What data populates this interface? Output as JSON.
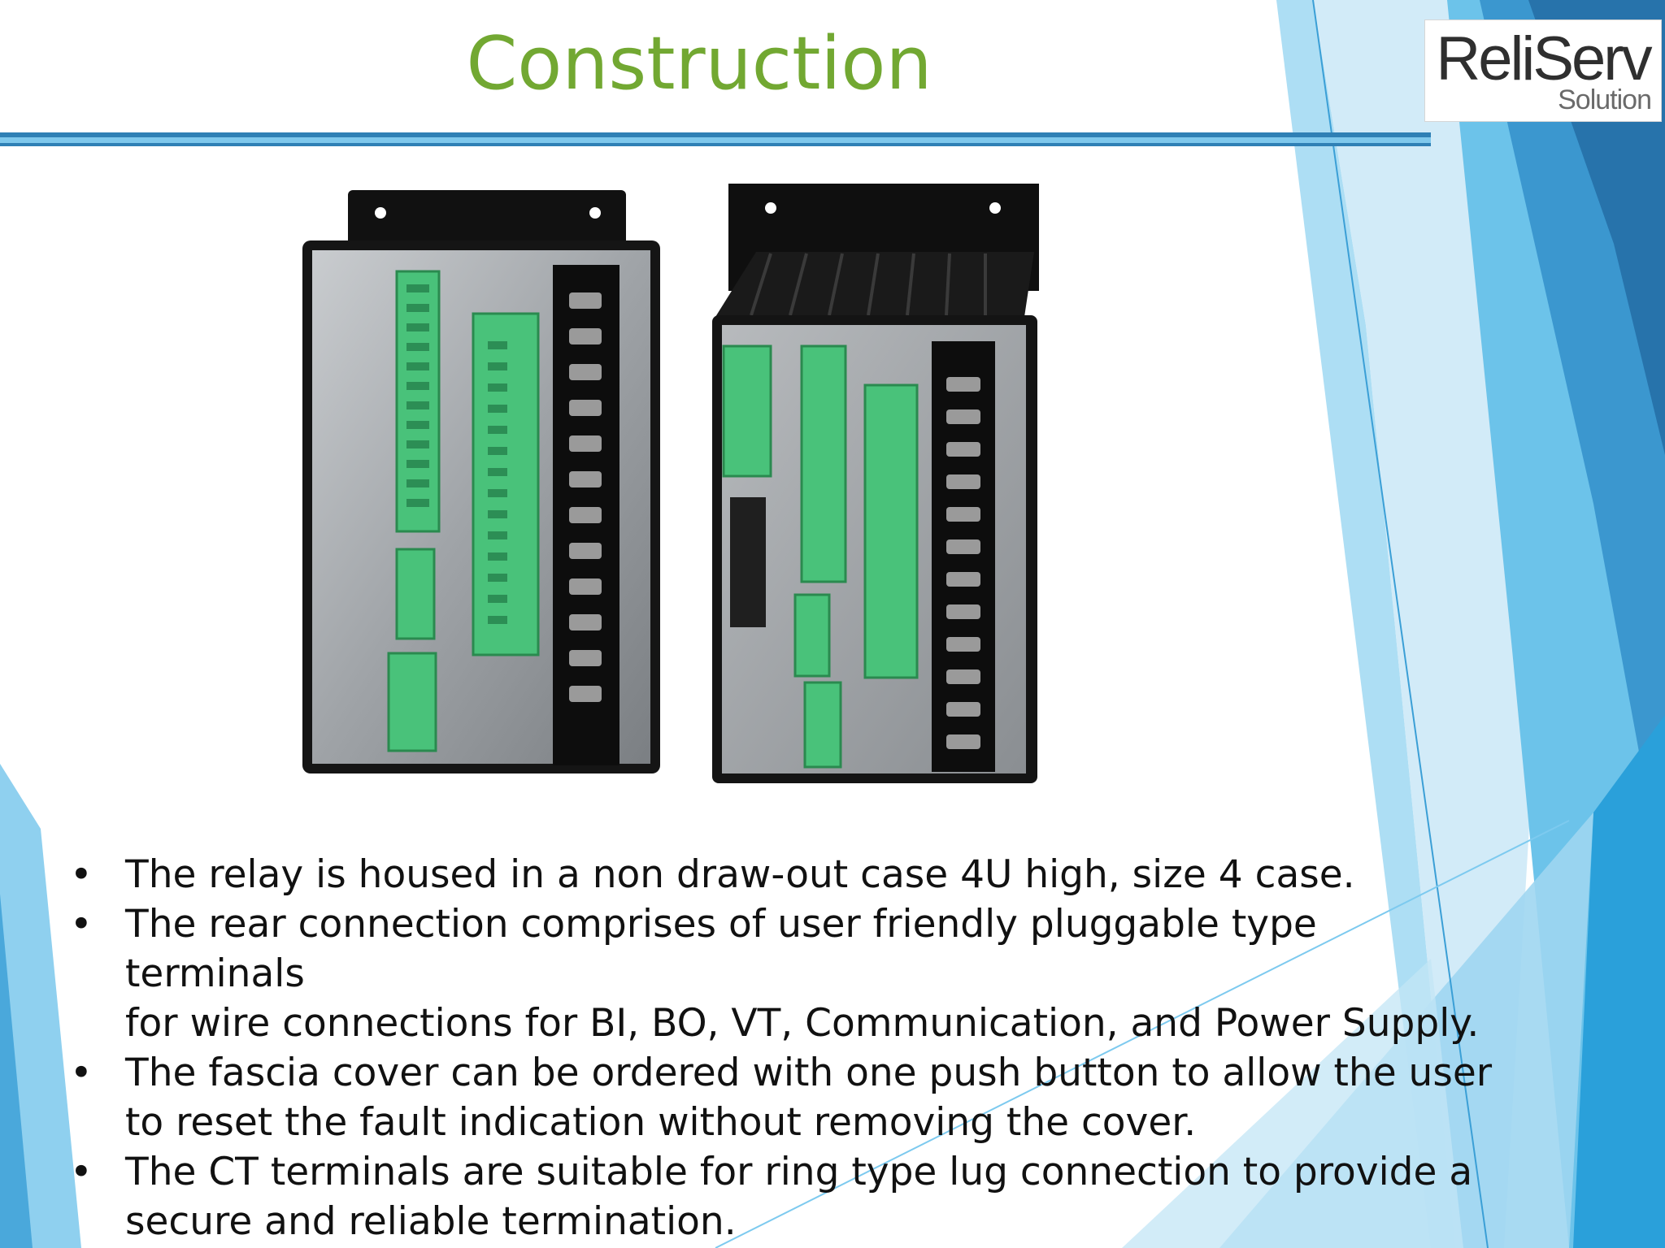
{
  "slide": {
    "title": "Construction",
    "accent_color": "#72a832",
    "logo": {
      "main": "ReliServ",
      "sub": "Solution"
    },
    "image": {
      "description_icon": "relay-rear-terminals-photo"
    },
    "bullets": [
      [
        "The relay is housed in a non draw-out case 4U high, size 4 case."
      ],
      [
        "The rear connection comprises of user friendly pluggable type terminals",
        "for wire connections for BI, BO, VT, Communication, and Power Supply."
      ],
      [
        "The fascia cover can be ordered with one push button to allow the user",
        "to reset the fault indication without removing the cover."
      ],
      [
        "The CT terminals are suitable for ring type lug connection to provide a",
        "secure and reliable termination."
      ]
    ],
    "bullet_glyph": "•"
  }
}
